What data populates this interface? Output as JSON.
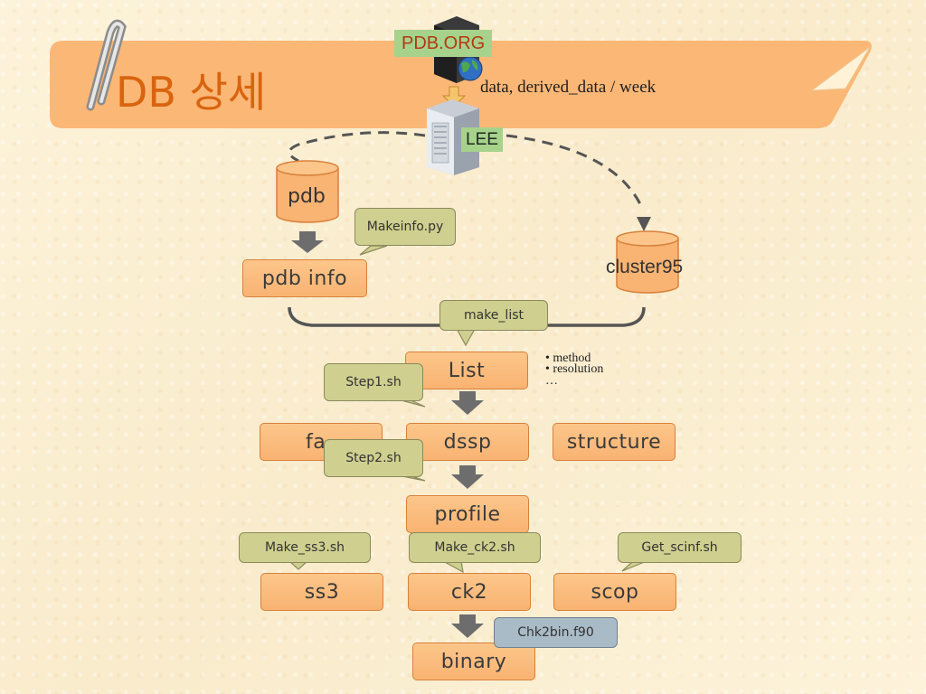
{
  "title": "DB 상세",
  "source": {
    "label": "PDB.ORG",
    "transfer_note": "data, derived_data / week"
  },
  "mirror": {
    "label": "LEE"
  },
  "databases": {
    "pdb": "pdb",
    "cluster": "cluster95"
  },
  "boxes": {
    "pdb_info": "pdb info",
    "list": "List",
    "fasta": "fa",
    "dssp": "dssp",
    "structure": "structure",
    "profile": "profile",
    "ss3": "ss3",
    "ck2": "ck2",
    "scop": "scop",
    "binary": "binary"
  },
  "callouts": {
    "makeinfo": "Makeinfo.py",
    "make_list": "make_list",
    "step1": "Step1.sh",
    "step2": "Step2.sh",
    "make_ss3": "Make_ss3.sh",
    "make_ck2": "Make_ck2.sh",
    "get_scinf": "Get_scinf.sh",
    "chk2bin": "Chk2bin.f90"
  },
  "list_notes": [
    "• method",
    "• resolution",
    "…"
  ],
  "colors": {
    "title_text": "#d9640f",
    "banner": "#fbb776",
    "box_fill": "#f9b372",
    "callout_fill": "#cfcf8f",
    "callout_blue": "#a9bbc6",
    "arrow": "#6d6d6d",
    "label_green": "#a6d28c"
  }
}
